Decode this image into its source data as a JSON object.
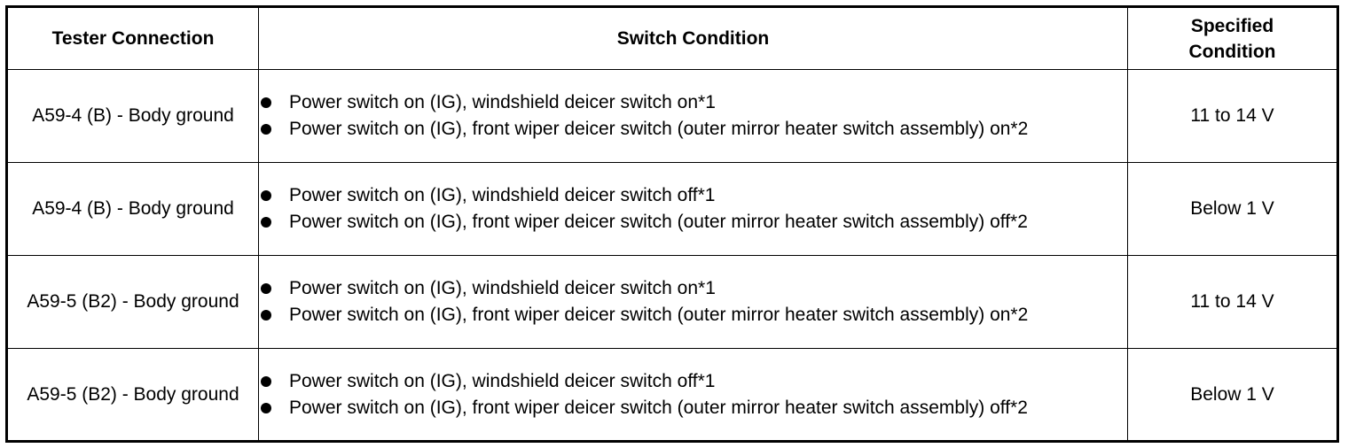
{
  "table": {
    "headers": {
      "tester_connection": "Tester Connection",
      "switch_condition": "Switch Condition",
      "specified_condition_line1": "Specified",
      "specified_condition_line2": "Condition"
    },
    "rows": [
      {
        "connection": "A59-4 (B) - Body ground",
        "conditions": [
          "Power switch on (IG), windshield deicer switch on*1",
          "Power switch on (IG), front wiper deicer switch (outer mirror heater switch assembly) on*2"
        ],
        "specified": "11 to 14 V"
      },
      {
        "connection": "A59-4 (B) - Body ground",
        "conditions": [
          "Power switch on (IG), windshield deicer switch off*1",
          "Power switch on (IG), front wiper deicer switch (outer mirror heater switch assembly) off*2"
        ],
        "specified": "Below 1 V"
      },
      {
        "connection": "A59-5 (B2) - Body ground",
        "conditions": [
          "Power switch on (IG), windshield deicer switch on*1",
          "Power switch on (IG), front wiper deicer switch (outer mirror heater switch assembly) on*2"
        ],
        "specified": "11 to 14 V"
      },
      {
        "connection": "A59-5 (B2) - Body ground",
        "conditions": [
          "Power switch on (IG), windshield deicer switch off*1",
          "Power switch on (IG), front wiper deicer switch (outer mirror heater switch assembly) off*2"
        ],
        "specified": "Below 1 V"
      }
    ]
  }
}
